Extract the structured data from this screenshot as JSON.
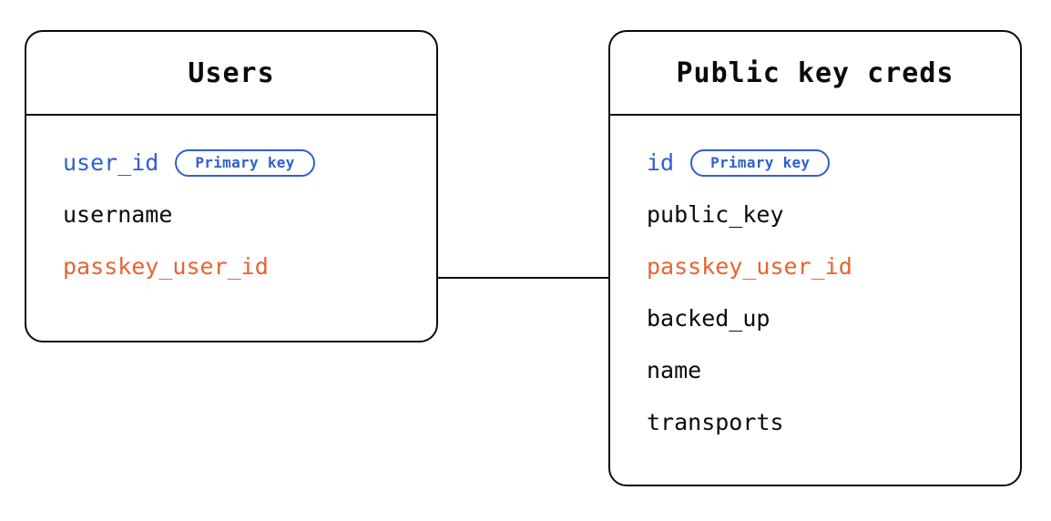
{
  "diagram": {
    "type": "entity-relationship-diagram",
    "background_color": "#ffffff",
    "colors": {
      "border": "#0a0a0a",
      "text": "#0a0a0a",
      "primary_key": "#2f5fd0",
      "foreign_key": "#e8632e",
      "connector": "#0a0a0a"
    },
    "entities": [
      {
        "id": "users",
        "title": "Users",
        "fields": [
          {
            "name": "user_id",
            "role": "pk",
            "badge": "Primary key"
          },
          {
            "name": "username",
            "role": "plain",
            "badge": null
          },
          {
            "name": "passkey_user_id",
            "role": "fk",
            "badge": null
          }
        ]
      },
      {
        "id": "public-key-creds",
        "title": "Public key creds",
        "fields": [
          {
            "name": "id",
            "role": "pk",
            "badge": "Primary key"
          },
          {
            "name": "public_key",
            "role": "plain",
            "badge": null
          },
          {
            "name": "passkey_user_id",
            "role": "fk",
            "badge": null
          },
          {
            "name": "backed_up",
            "role": "plain",
            "badge": null
          },
          {
            "name": "name",
            "role": "plain",
            "badge": null
          },
          {
            "name": "transports",
            "role": "plain",
            "badge": null
          }
        ]
      }
    ],
    "relationships": [
      {
        "id": "users-to-public-key-creds",
        "from_entity": "users",
        "from_field": "passkey_user_id",
        "to_entity": "public-key-creds",
        "to_field": "passkey_user_id"
      }
    ]
  }
}
